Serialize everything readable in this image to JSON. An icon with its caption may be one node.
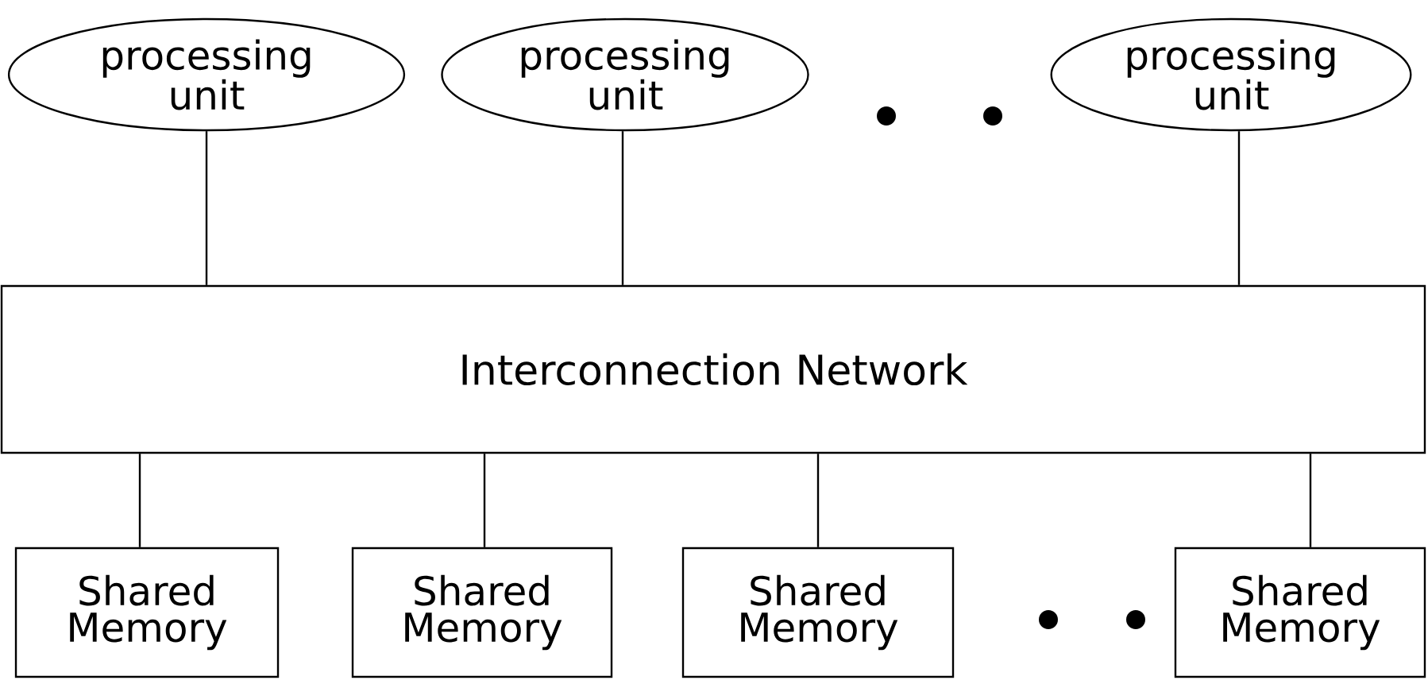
{
  "diagram": {
    "nodes": [
      {
        "text": [
          "processing unit"
        ]
      },
      {
        "text": [
          "processing unit"
        ]
      },
      {
        "text": [
          "processing unit"
        ]
      },
      {
        "text": [
          "Interconnection Network"
        ]
      },
      {
        "text": [
          "Shared Memory"
        ]
      },
      {
        "text": [
          "Shared Memory"
        ]
      },
      {
        "text": [
          "Shared Memory"
        ]
      },
      {
        "text": [
          "Shared Memory"
        ]
      }
    ],
    "edges": [
      {
        "from": 0,
        "to": 3,
        "arrow": "none"
      },
      {
        "from": 1,
        "to": 3,
        "arrow": "none"
      },
      {
        "from": 2,
        "to": 3,
        "arrow": "none"
      },
      {
        "from": 3,
        "to": 4,
        "arrow": "none"
      },
      {
        "from": 3,
        "to": 5,
        "arrow": "none"
      },
      {
        "from": 3,
        "to": 6,
        "arrow": "none"
      },
      {
        "from": 3,
        "to": 7,
        "arrow": "none"
      }
    ]
  }
}
